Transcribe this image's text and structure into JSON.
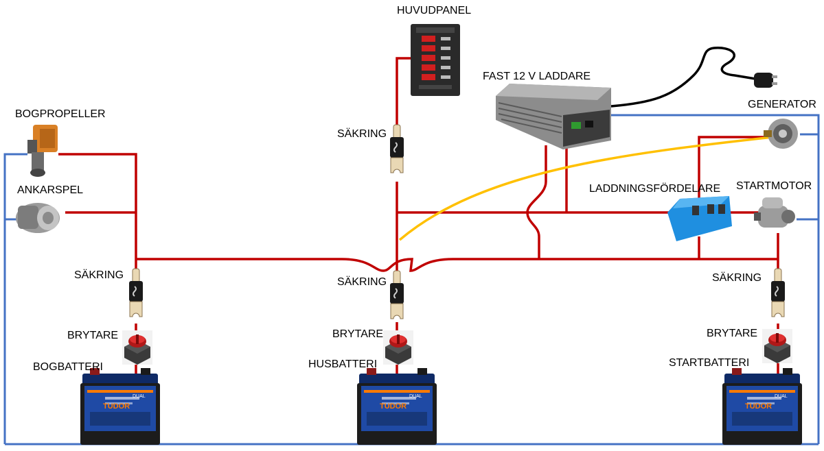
{
  "labels": {
    "huvudpanel": "HUVUDPANEL",
    "laddare": "FAST 12 V LADDARE",
    "generator": "GENERATOR",
    "bogpropeller": "BOGPROPELLER",
    "ankarspel": "ANKARSPEL",
    "laddningsfordelare": "LADDNINGSFÖRDELARE",
    "startmotor": "STARTMOTOR",
    "sakring_panel": "SÄKRING",
    "sakring_bog": "SÄKRING",
    "sakring_hus": "SÄKRING",
    "sakring_start": "SÄKRING",
    "brytare_bog": "BRYTARE",
    "brytare_hus": "BRYTARE",
    "brytare_start": "BRYTARE",
    "bogbatteri": "BOGBATTERI",
    "husbatteri": "HUSBATTERI",
    "startbatteri": "STARTBATTERI"
  },
  "battery_brand": "TUDOR",
  "battery_badge": "DUAL",
  "colors": {
    "positive_wire": "#c00000",
    "negative_wire": "#4472c4",
    "charge_wire": "#ffc000",
    "power_cord": "#000000"
  }
}
